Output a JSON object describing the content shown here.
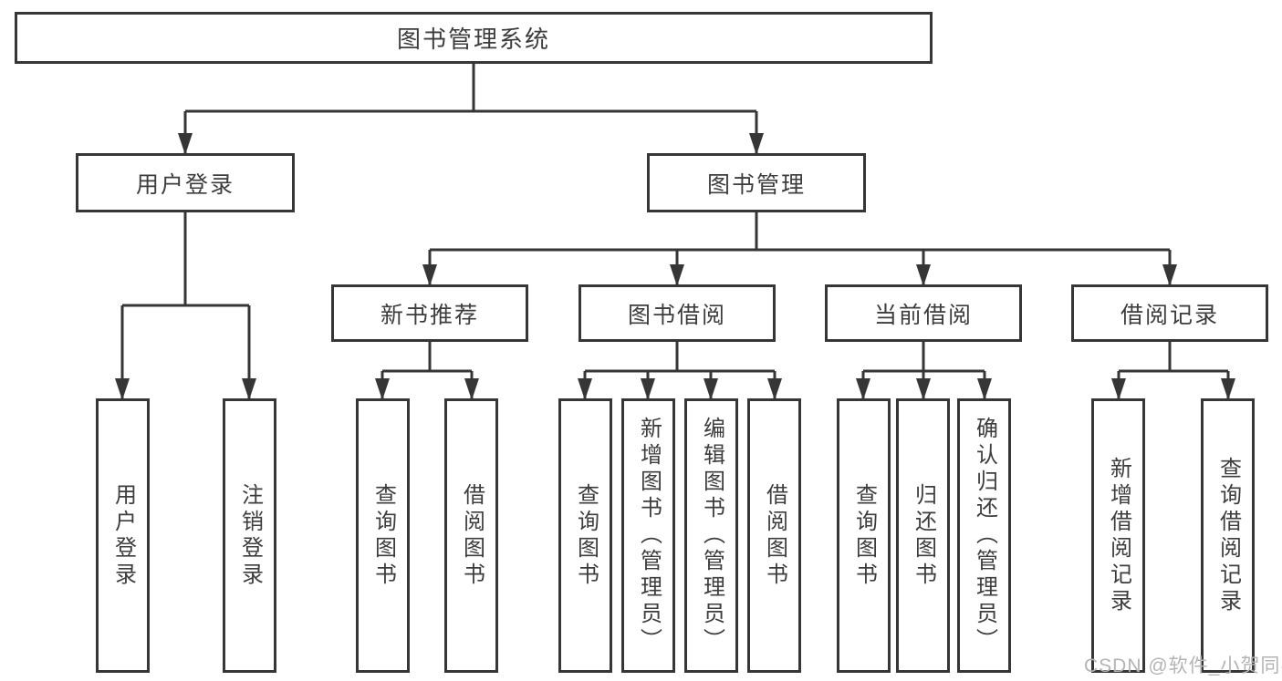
{
  "colors": {
    "line": "#363636",
    "text": "#3d3d3d",
    "box_bg": "#ffffff",
    "watermark": "#b4b4b4"
  },
  "watermark": "CSDN @软件_小贺同学",
  "tree": {
    "root": "图书管理系统",
    "branches": [
      {
        "label": "用户登录",
        "children": [
          {
            "label": "用户登录"
          },
          {
            "label": "注销登录"
          }
        ]
      },
      {
        "label": "图书管理",
        "children": [
          {
            "label": "新书推荐",
            "children": [
              {
                "label": "查询图书"
              },
              {
                "label": "借阅图书"
              }
            ]
          },
          {
            "label": "图书借阅",
            "children": [
              {
                "label": "查询图书"
              },
              {
                "label": "新增图书（管理员）"
              },
              {
                "label": "编辑图书（管理员）"
              },
              {
                "label": "借阅图书"
              }
            ]
          },
          {
            "label": "当前借阅",
            "children": [
              {
                "label": "查询图书"
              },
              {
                "label": "归还图书"
              },
              {
                "label": "确认归还（管理员）"
              }
            ]
          },
          {
            "label": "借阅记录",
            "children": [
              {
                "label": "新增借阅记录"
              },
              {
                "label": "查询借阅记录"
              }
            ]
          }
        ]
      }
    ]
  }
}
